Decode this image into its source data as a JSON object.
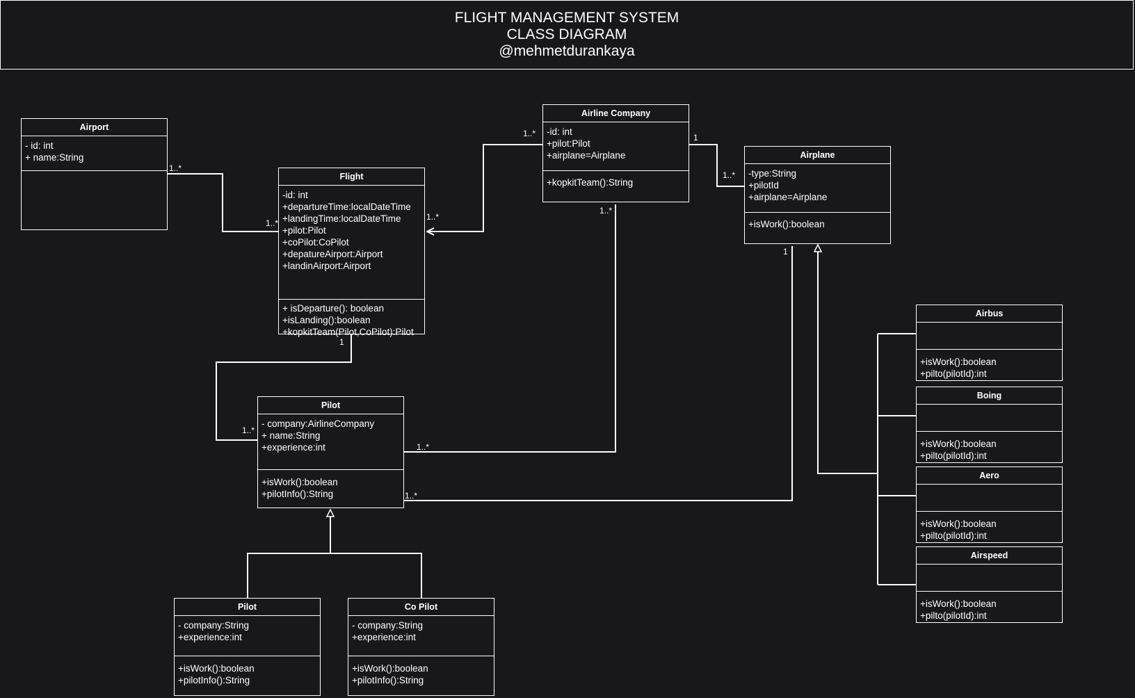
{
  "title": {
    "line1": "FLIGHT MANAGEMENT SYSTEM",
    "line2": "CLASS DIAGRAM",
    "line3": "@mehmetdurankaya"
  },
  "classes": {
    "airport": {
      "name": "Airport",
      "attributes": [
        "- id: int",
        "+ name:String"
      ],
      "methods": []
    },
    "flight": {
      "name": "Flight",
      "attributes": [
        "-id: int",
        "+departureTime:localDateTime",
        "+landingTime:localDateTime",
        "+pilot:Pilot",
        "+coPilot:CoPilot",
        "+depatureAirport:Airport",
        "+landinAirport:Airport"
      ],
      "methods": [
        "+ isDeparture(): boolean",
        "+isLanding():boolean",
        "+kopkitTeam(Pilot,CoPilot):Pilot"
      ]
    },
    "airline": {
      "name": "Airline Company",
      "attributes": [
        "-id: int",
        "+pilot:Pilot",
        "+airplane=Airplane"
      ],
      "methods": [
        "+kopkitTeam():String"
      ]
    },
    "airplane": {
      "name": "Airplane",
      "attributes": [
        "-type:String",
        "+pilotId",
        "+airplane=Airplane"
      ],
      "methods": [
        "+isWork():boolean"
      ]
    },
    "pilot": {
      "name": "Pilot",
      "attributes": [
        "- company:AirlineCompany",
        "+ name:String",
        "+experience:int"
      ],
      "methods": [
        "+isWork():boolean",
        "+pilotInfo():String"
      ]
    },
    "pilot_sub": {
      "name": "Pilot",
      "attributes": [
        "- company:String",
        "+experience:int"
      ],
      "methods": [
        "+isWork():boolean",
        "+pilotInfo():String"
      ]
    },
    "copilot": {
      "name": "Co Pilot",
      "attributes": [
        "- company:String",
        "+experience:int"
      ],
      "methods": [
        "+isWork():boolean",
        "+pilotInfo():String"
      ]
    },
    "airbus": {
      "name": "Airbus",
      "attributes": [],
      "methods": [
        "+isWork():boolean",
        "+pilto(pilotId):int"
      ]
    },
    "boing": {
      "name": "Boing",
      "attributes": [],
      "methods": [
        "+isWork():boolean",
        "+pilto(pilotId):int"
      ]
    },
    "aero": {
      "name": "Aero",
      "attributes": [],
      "methods": [
        "+isWork():boolean",
        "+pilto(pilotId):int"
      ]
    },
    "airspeed": {
      "name": "Airspeed",
      "attributes": [],
      "methods": [
        "+isWork():boolean",
        "+pilto(pilotId):int"
      ]
    }
  },
  "multiplicities": {
    "airport_flight_a": "1..*",
    "airport_flight_b": "1..*",
    "flight_airline_a": "1..*",
    "flight_airline_b": "1..*",
    "airline_airplane_a": "1",
    "airline_airplane_b": "1..*",
    "airline_pilot_a": "1..*",
    "airline_pilot_b": "1..*",
    "flight_pilot_a": "1",
    "flight_pilot_b": "1..*",
    "airplane_pilot_a": "1",
    "airplane_pilot_b": "1..*"
  },
  "colors": {
    "background": "#18171c",
    "line": "#ffffff",
    "text": "#ffffff"
  }
}
